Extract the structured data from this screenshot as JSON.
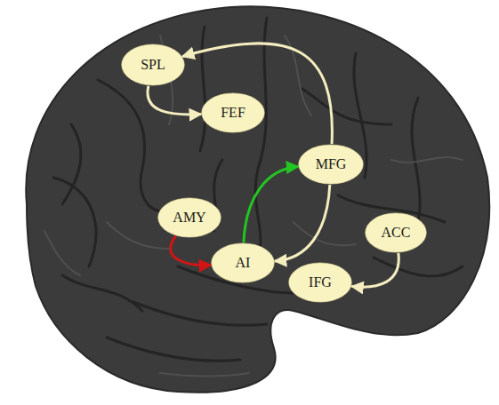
{
  "diagram": {
    "nodes": [
      {
        "text": [
          "SPL"
        ]
      },
      {
        "text": [
          "FEF"
        ]
      },
      {
        "text": [
          "MFG"
        ]
      },
      {
        "text": [
          "AMY"
        ]
      },
      {
        "text": [
          "AI"
        ]
      },
      {
        "text": [
          "ACC"
        ]
      },
      {
        "text": [
          "IFG"
        ]
      }
    ],
    "edges": [
      {
        "from": 2,
        "to": 0,
        "arrow": "to"
      },
      {
        "from": 0,
        "to": 1,
        "arrow": "to"
      },
      {
        "from": 2,
        "to": 4,
        "arrow": "to"
      },
      {
        "from": 4,
        "to": 2,
        "arrow": "to"
      },
      {
        "from": 3,
        "to": 4,
        "arrow": "to"
      },
      {
        "from": 5,
        "to": 6,
        "arrow": "to"
      }
    ]
  }
}
